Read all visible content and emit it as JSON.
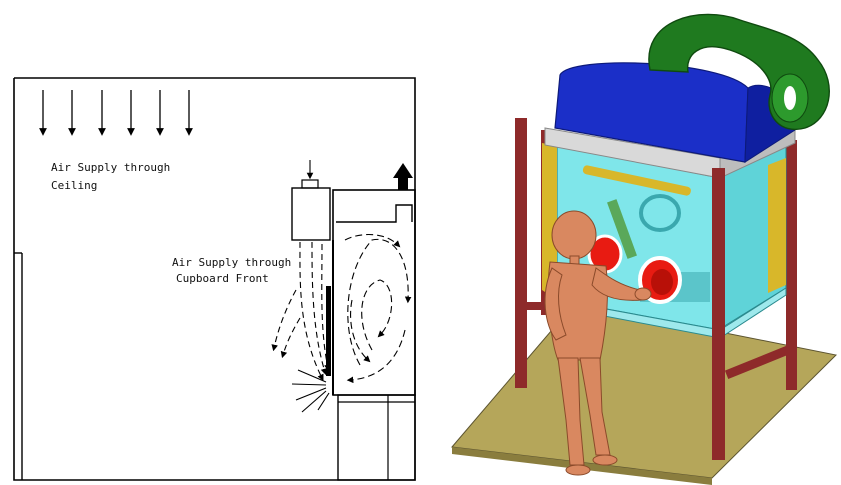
{
  "left_diagram": {
    "ceiling_label_line1": "Air Supply through",
    "ceiling_label_line2": "Ceiling",
    "front_label_line1": "Air Supply through",
    "front_label_line2": "Cupboard Front"
  },
  "right_illustration": {
    "colors": {
      "floor": "#b5a65a",
      "frame": "#8e2a2a",
      "cabinet_glass": "#7fe6ea",
      "cabinet_top": "#1b2fc8",
      "duct": "#1f7a1f",
      "glove_port": "#e81b12",
      "figure": "#d98860",
      "side_panel": "#d8b72a"
    }
  }
}
